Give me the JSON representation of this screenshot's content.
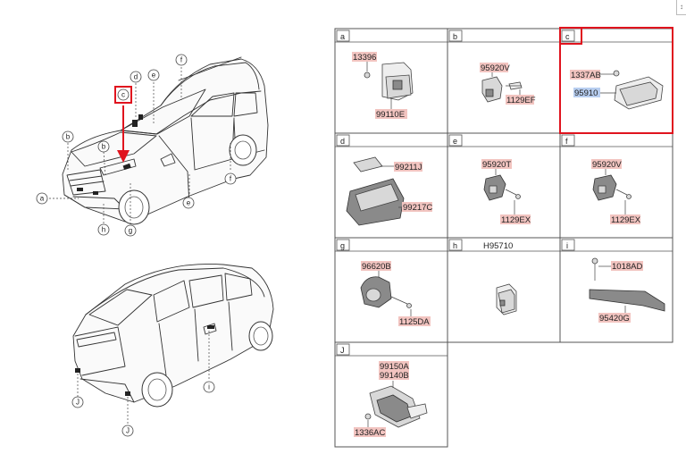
{
  "corner_button": "↕",
  "colors": {
    "highlight_red": "#e0141e",
    "label_pink": "#f2c4c0",
    "label_selected": "#b8cef0"
  },
  "car_callouts": [
    "a",
    "b",
    "b",
    "c",
    "d",
    "e",
    "e",
    "f",
    "f",
    "g",
    "h",
    "i",
    "J",
    "J"
  ],
  "cells": {
    "a": {
      "letter": "a",
      "parts": [
        "13396",
        "99110E"
      ]
    },
    "b": {
      "letter": "b",
      "parts": [
        "95920V",
        "1129EF"
      ]
    },
    "c": {
      "letter": "c",
      "parts": [
        "1337AB",
        "95910"
      ]
    },
    "d": {
      "letter": "d",
      "parts": [
        "99211J",
        "99217C"
      ]
    },
    "e": {
      "letter": "e",
      "parts": [
        "95920T",
        "1129EX"
      ]
    },
    "f": {
      "letter": "f",
      "parts": [
        "95920V",
        "1129EX"
      ]
    },
    "g": {
      "letter": "g",
      "parts": [
        "96620B",
        "1125DA"
      ]
    },
    "h": {
      "letter": "h",
      "parts": [
        "H95710"
      ]
    },
    "i": {
      "letter": "i",
      "parts": [
        "1018AD",
        "95420G"
      ]
    },
    "J": {
      "letter": "J",
      "parts": [
        "99150A",
        "99140B",
        "1336AC"
      ]
    }
  }
}
